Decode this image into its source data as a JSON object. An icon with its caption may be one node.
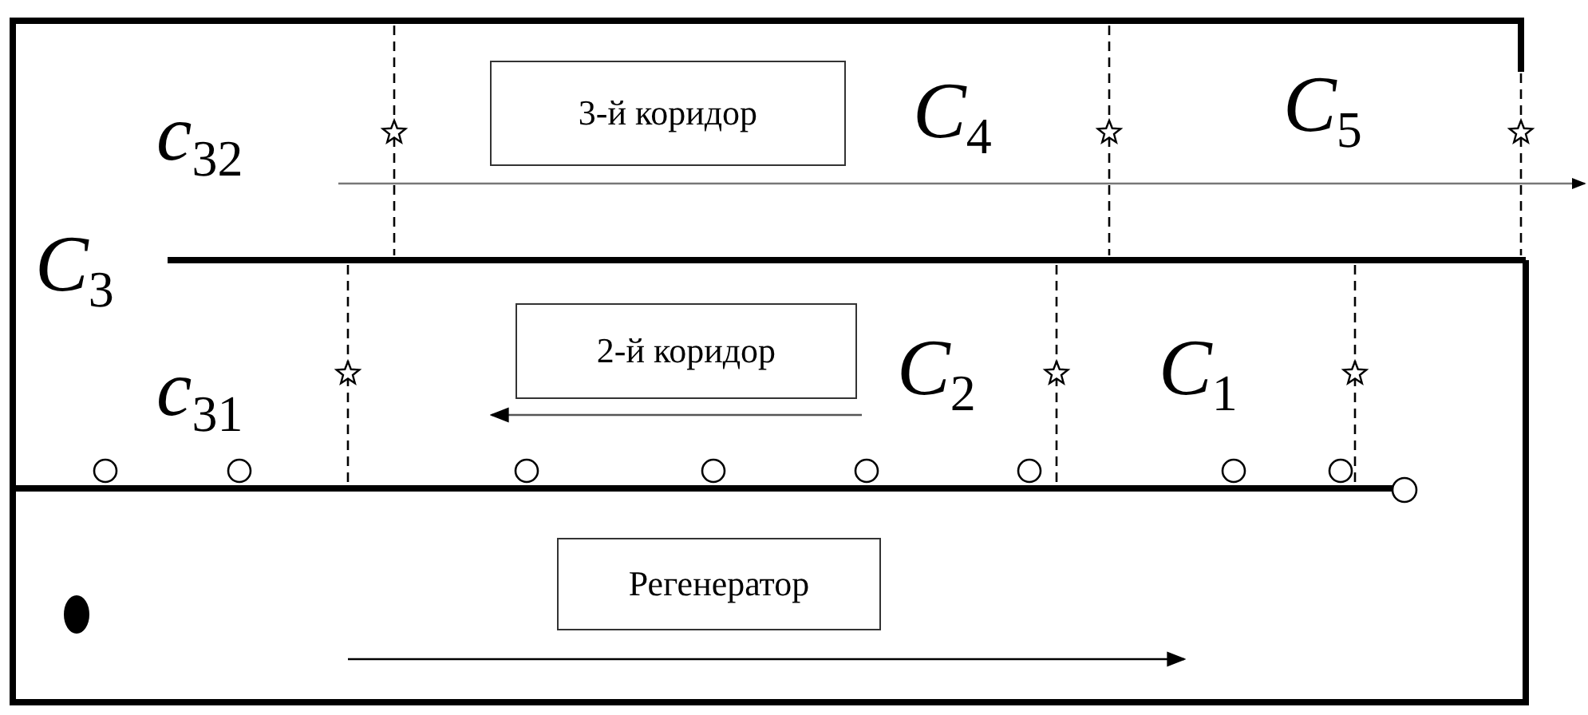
{
  "diagram": {
    "nodes": [
      {
        "text": [
          "3-й коридор"
        ]
      },
      {
        "text": [
          "2-й коридор"
        ]
      },
      {
        "text": [
          "Регенератор"
        ]
      }
    ],
    "labels": [
      "*c*$_{32}$",
      "*C*$_{4}$",
      "*C*$_{5}$",
      "*C*$_{3}$",
      "*c*$_{31}$",
      "*C*$_{2}$",
      "*C*$_{1}$"
    ]
  }
}
